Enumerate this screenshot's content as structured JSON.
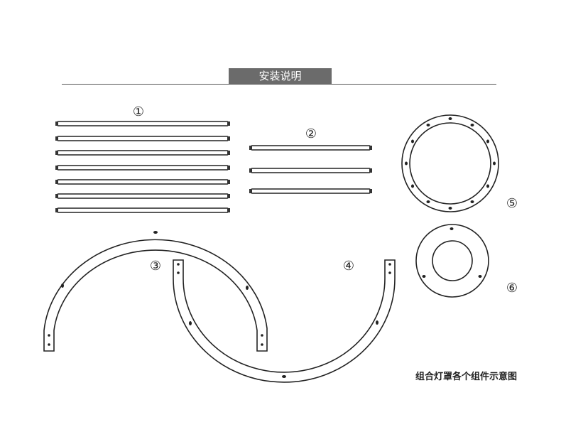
{
  "header": {
    "title": "安装说明"
  },
  "labels": {
    "part1": "①",
    "part2": "②",
    "part3": "③",
    "part4": "④",
    "part5": "⑤",
    "part6": "⑥"
  },
  "caption": "组合灯罩各个组件示意图",
  "colors": {
    "title_bar": "#6b6b6b",
    "line": "#222222"
  }
}
